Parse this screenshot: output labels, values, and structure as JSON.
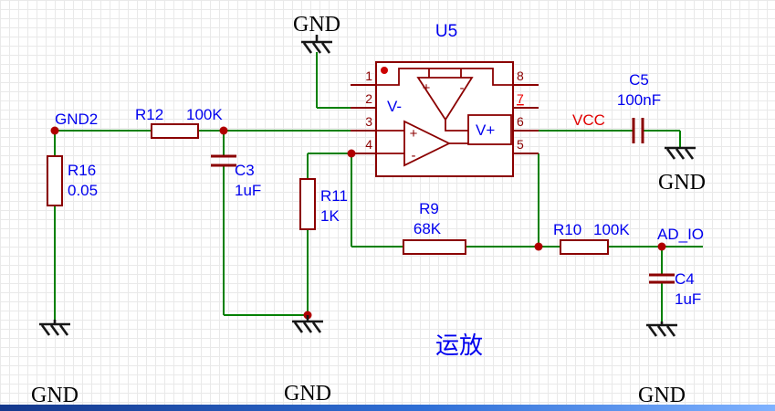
{
  "schematic": {
    "annotation": "运放",
    "u5": {
      "designator": "U5",
      "pins_left": [
        "1",
        "2",
        "3",
        "4"
      ],
      "pins_right": [
        "8",
        "7",
        "6",
        "5"
      ],
      "vminus": "V-",
      "vplus": "V+",
      "plus": "+",
      "minus": "-"
    },
    "components": {
      "r12": {
        "ref": "R12",
        "value": "100K"
      },
      "r16": {
        "ref": "R16",
        "value": "0.05"
      },
      "r11": {
        "ref": "R11",
        "value": "1K"
      },
      "r9": {
        "ref": "R9",
        "value": "68K"
      },
      "r10": {
        "ref": "R10",
        "value": "100K"
      },
      "c3": {
        "ref": "C3",
        "value": "1uF"
      },
      "c4": {
        "ref": "C4",
        "value": "1uF"
      },
      "c5": {
        "ref": "C5",
        "value": "100nF"
      }
    },
    "nets": {
      "gnd": "GND",
      "gnd2": "GND2",
      "vcc": "VCC",
      "ad_io": "AD_IO"
    },
    "colors": {
      "wire": "#008000",
      "component_outline": "#8B0000",
      "label_blue": "#0000EE",
      "net_vcc_red": "#E00000",
      "junction_dot": "#B00000",
      "pin_highlight": "#F00000"
    }
  }
}
